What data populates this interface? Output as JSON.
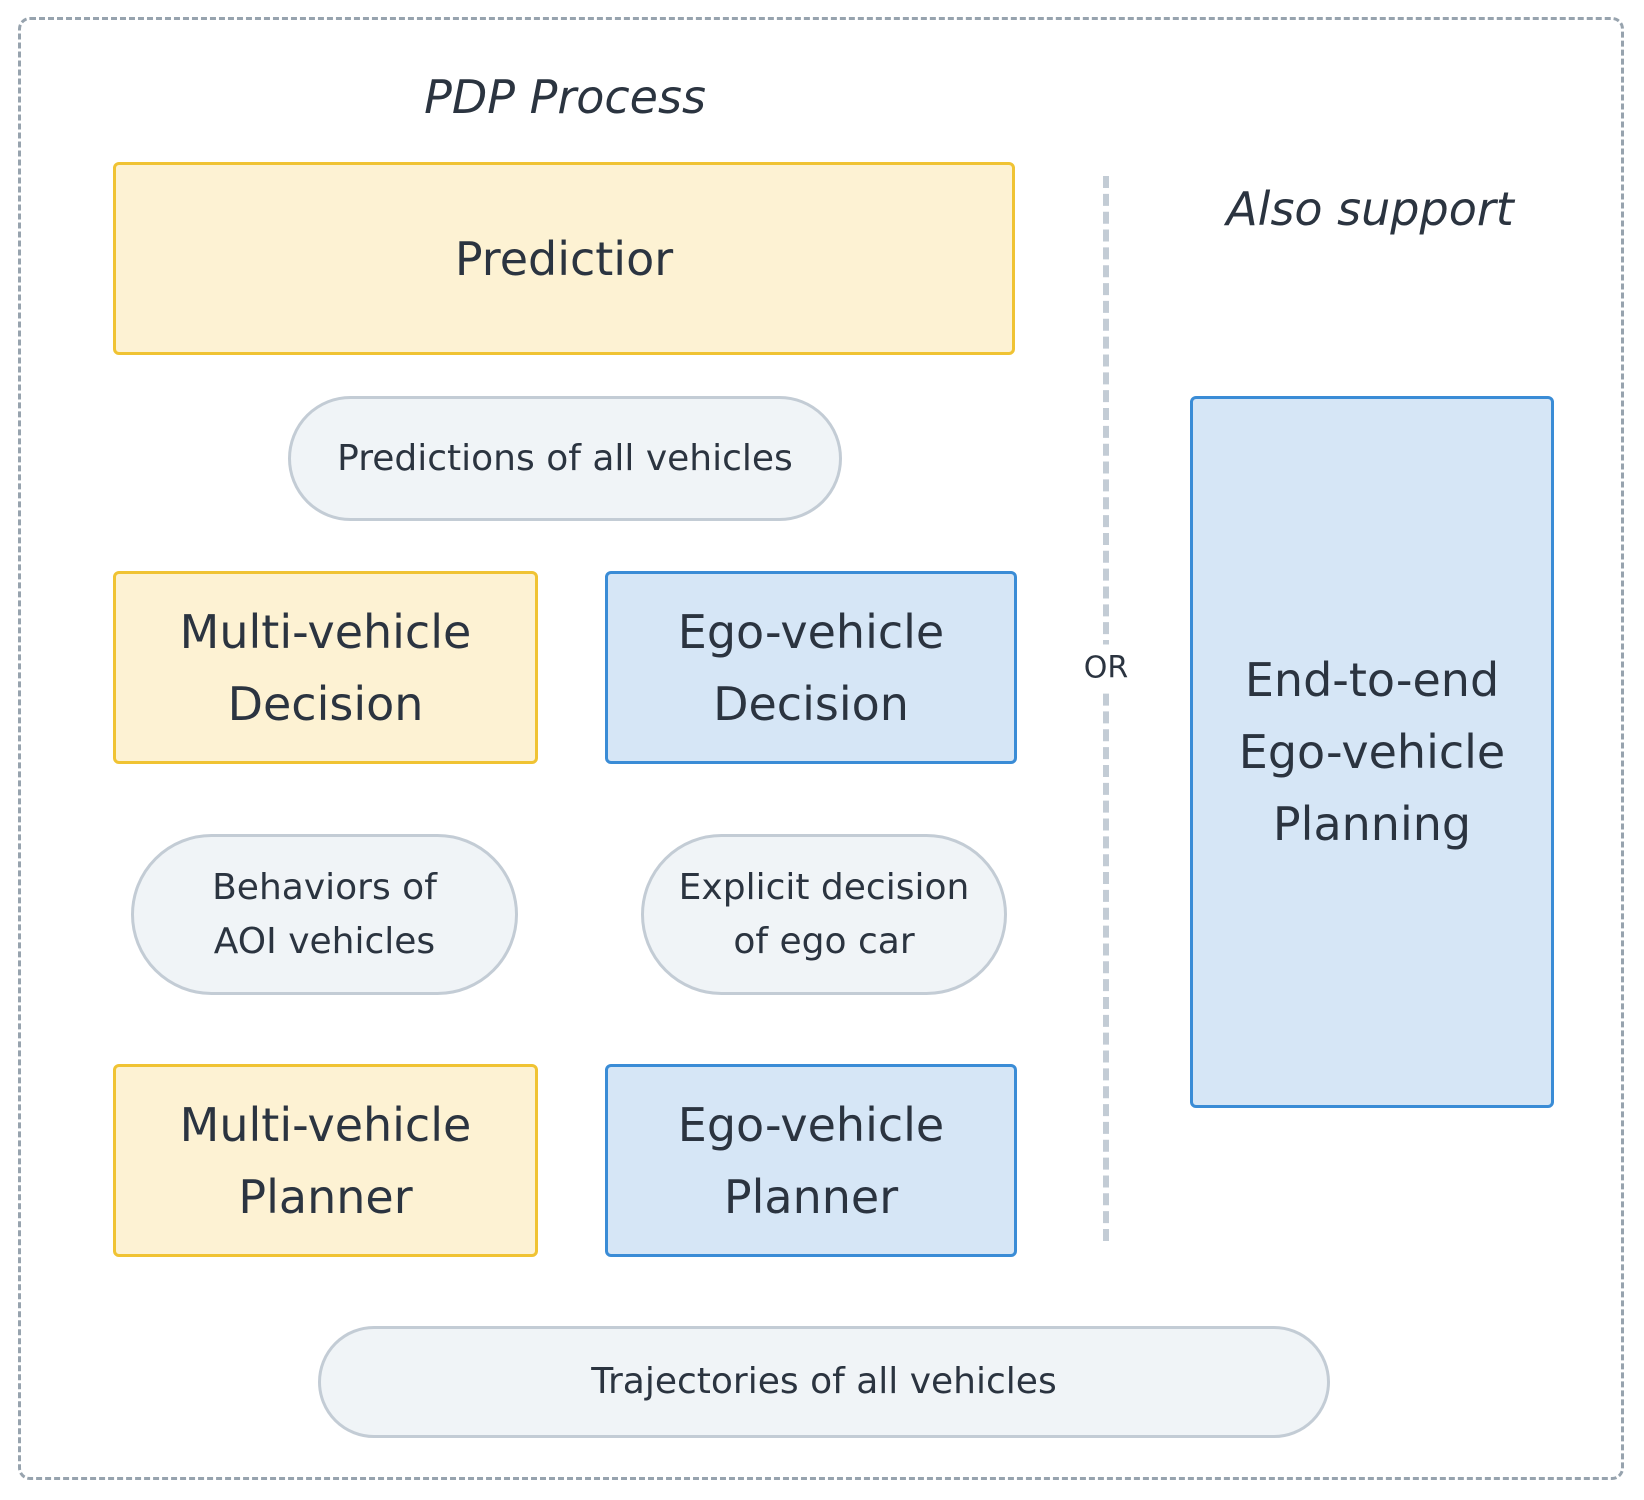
{
  "pdp_title": "PDP Process",
  "alt_title": "Also support",
  "predictor": "Predictior",
  "predictions_pill": "Predictions of all vehicles",
  "multi_decision": "Multi-vehicle\nDecision",
  "ego_decision": "Ego-vehicle\nDecision",
  "behaviors_pill": "Behaviors of\nAOI vehicles",
  "explicit_pill": "Explicit decision\nof ego car",
  "multi_planner": "Multi-vehicle\nPlanner",
  "ego_planner": "Ego-vehicle\nPlanner",
  "trajectories_pill": "Trajectories of all vehicles",
  "or_label": "OR",
  "e2e_planning": "End-to-end\nEgo-vehicle\nPlanning",
  "colors": {
    "yellow_fill": "#fdf2d3",
    "yellow_border": "#f0c333",
    "blue_fill": "#d6e6f6",
    "blue_border": "#3a8cd6",
    "pill_fill": "#f0f4f7",
    "pill_border": "#c3ccd5",
    "frame_border": "#97a3ae"
  }
}
